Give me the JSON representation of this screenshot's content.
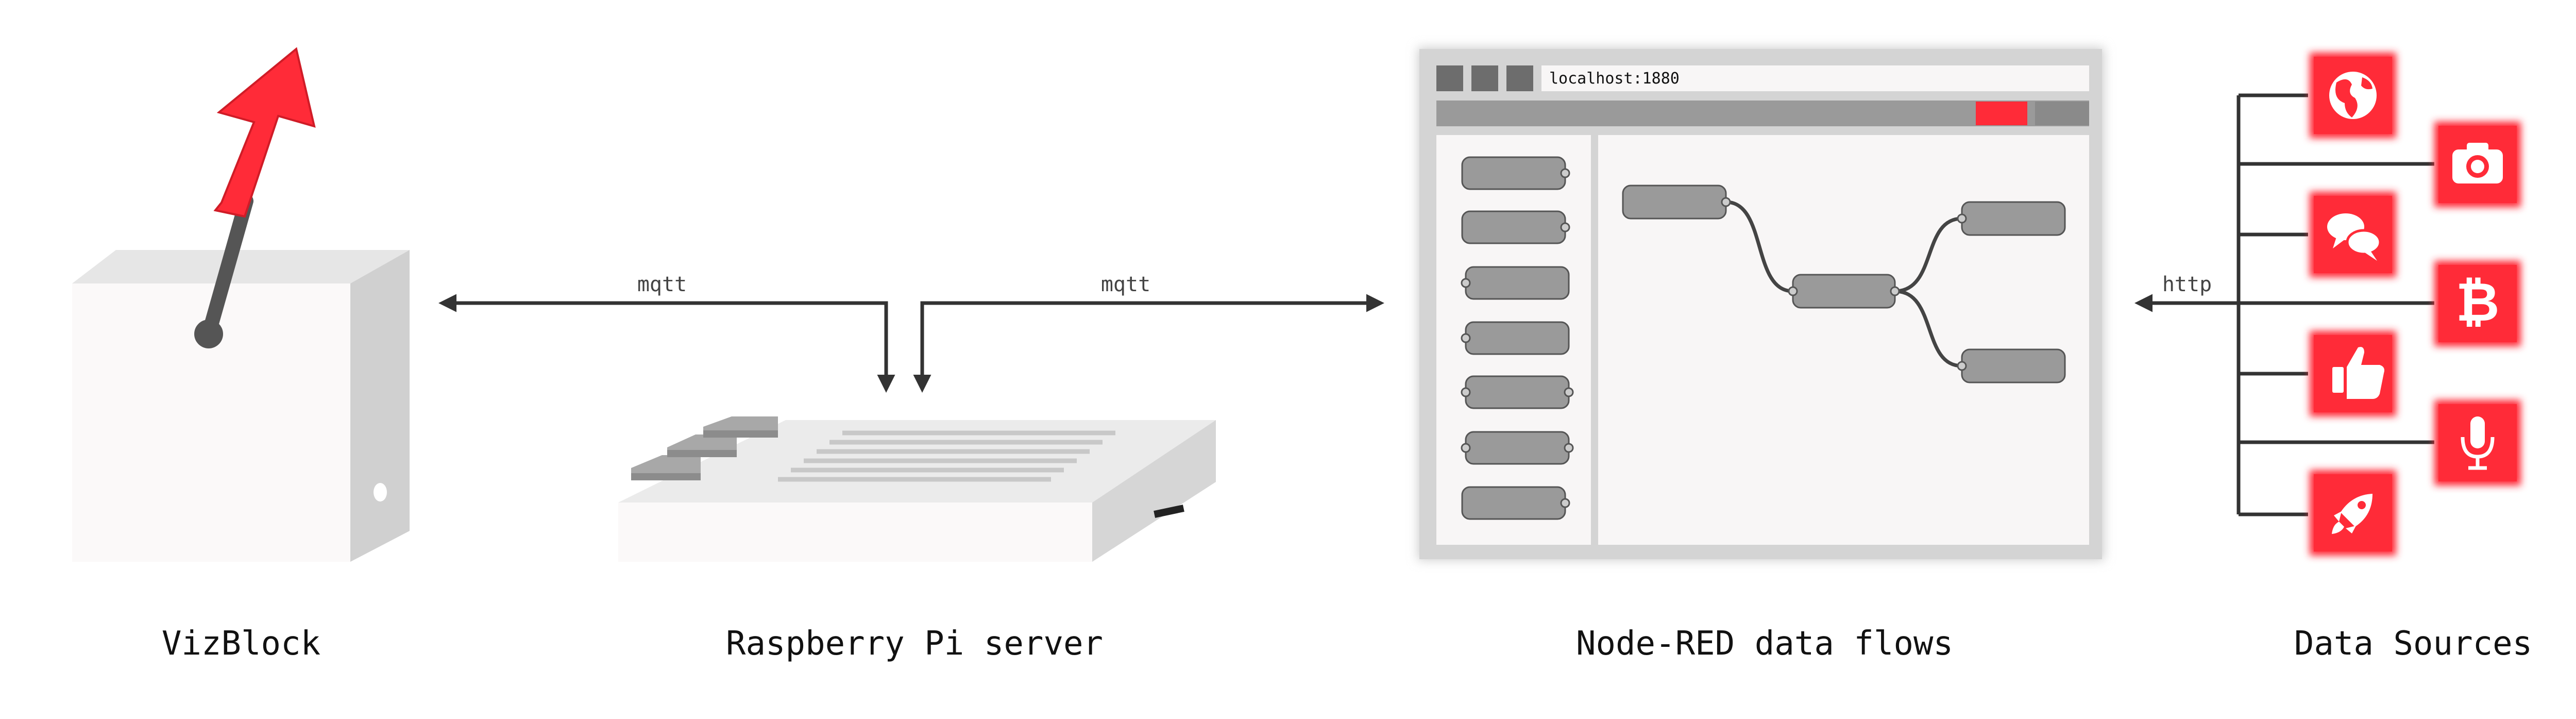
{
  "labels": {
    "vizblock": "VizBlock",
    "raspberry_pi": "Raspberry Pi server",
    "node_red": "Node-RED data flows",
    "data_sources": "Data Sources"
  },
  "connections": {
    "left_protocol": "mqtt",
    "right_protocol": "mqtt",
    "sources_protocol": "http"
  },
  "browser": {
    "url": "localhost:1880"
  },
  "data_sources": {
    "icons": [
      "globe-icon",
      "camera-icon",
      "chat-bubbles-icon",
      "bitcoin-icon",
      "thumbs-up-icon",
      "microphone-icon",
      "rocket-icon"
    ]
  },
  "colors": {
    "accent": "#ff2b38",
    "node_fill": "#9a9a9a",
    "line": "#333333"
  }
}
